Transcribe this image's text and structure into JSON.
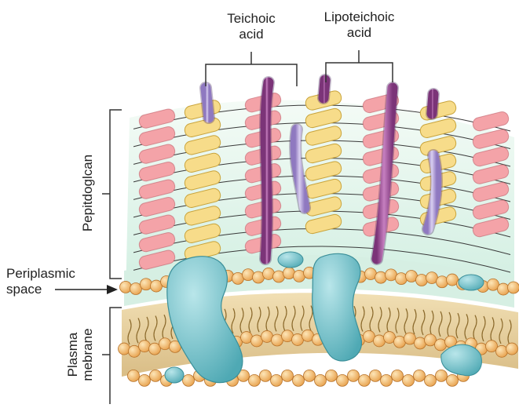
{
  "labels": {
    "teichoic_acid": [
      "Teichoic",
      "acid"
    ],
    "lipoteichoic_acid": [
      "Lipoteichoic",
      "acid"
    ],
    "peptidoglycan": "Pepitdoglcan",
    "periplasmic_space": [
      "Periplasmic",
      "space"
    ],
    "plasma_membrane": [
      "Plasma",
      "mebrane"
    ]
  },
  "colors": {
    "nam_sugar": "#f4a3a8",
    "nag_sugar": "#f7dc8a",
    "teichoic": "#b39ad6",
    "lipoteichoic": "#9d4f9a",
    "lipid_head": "#f6c27a",
    "protein": "#7cc6cf",
    "membrane_core": "#e9d3a3",
    "periplasm": "#d8efe6"
  }
}
